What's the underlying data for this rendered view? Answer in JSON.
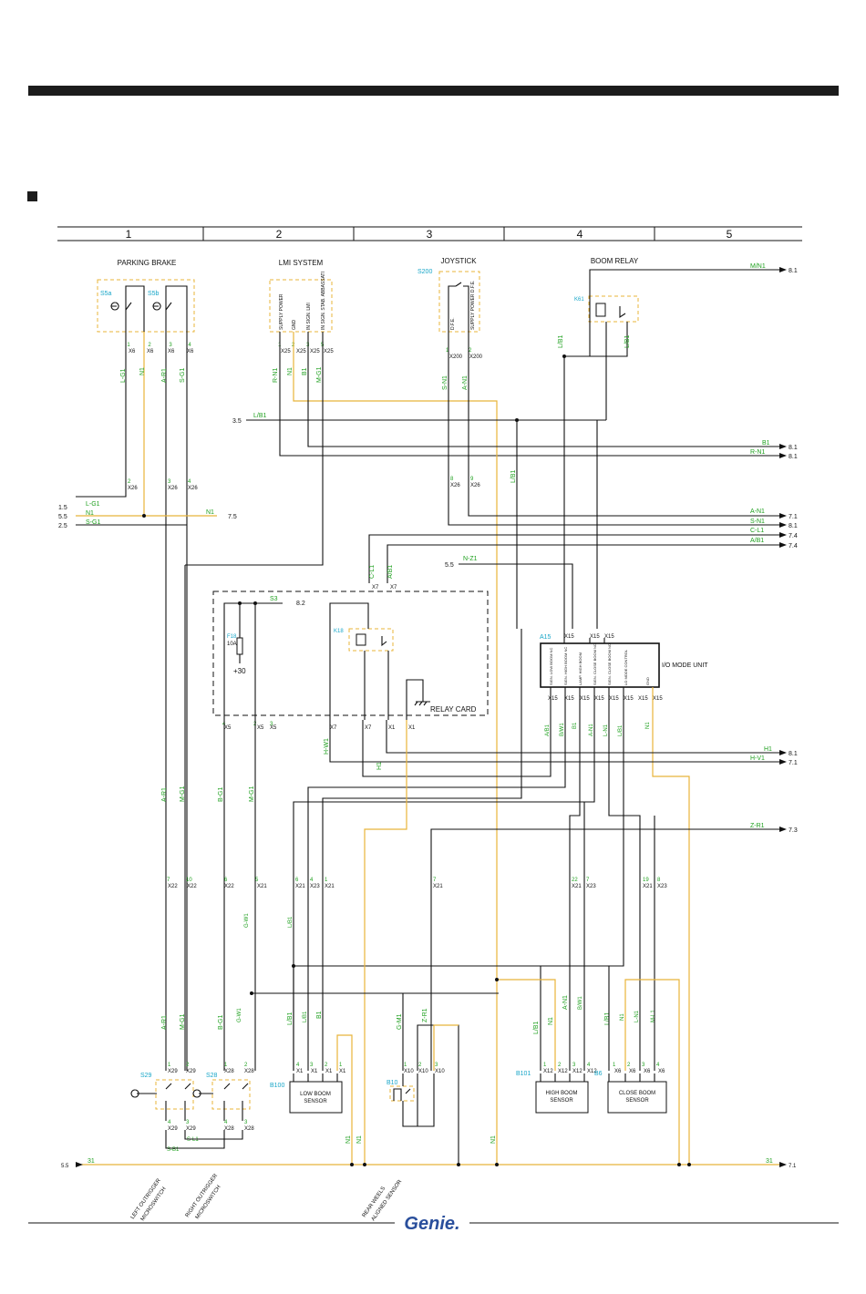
{
  "colors": {
    "header_bar": "#1c1c1c",
    "wire": "#111111",
    "wire_yellow": "#e8b43a",
    "label_green": "#1fa01f",
    "ref_cyan": "#18a6c8"
  },
  "columns": [
    "1",
    "2",
    "3",
    "4",
    "5"
  ],
  "sections": {
    "parking_brake": "PARKING BRAKE",
    "lmi_system": "LMI SYSTEM",
    "joystick": "JOYSTICK",
    "boom_relay": "BOOM RELAY",
    "relay_card": "RELAY CARD",
    "io_mode_unit": "I/O MODE UNIT"
  },
  "refs": {
    "s5a": "S5a",
    "s5b": "S5b",
    "s200": "S200",
    "k61": "K61",
    "a15": "A15",
    "k18": "K18",
    "f18": "F18",
    "f18_rating": "10A",
    "plus30": "+30",
    "s29": "S29",
    "s28": "S28",
    "b100": "B100",
    "b10": "B10",
    "b101": "B101",
    "b6": "B6"
  },
  "lmi_pins": [
    "SUPPLY POWER",
    "GND",
    "IN SIGN. LMI",
    "IN SIGN. STAB. ABBASSATI"
  ],
  "joystick_pins": [
    "D.F.E.",
    "SUPPLY POWER D.F.E."
  ],
  "io_pins": [
    "SIGN. LOW BOOM NC",
    "SIGN. HIGH BOOM NC",
    "LAMP. HIGH BOOM",
    "SIGN. CLOSE BOOM NC",
    "SIGN. CLOSE BOOM NO",
    "LO MODE CONTROL",
    "GND"
  ],
  "sensors": {
    "low_boom": [
      "LOW BOOM",
      "SENSOR"
    ],
    "high_boom": [
      "HIGH BOOM",
      "SENSOR"
    ],
    "close_boom": [
      "CLOSE BOOM",
      "SENSOR"
    ]
  },
  "bottom_labels": {
    "left_outrigger": [
      "LEFT OUTRIGGER",
      "MICROSWITCH"
    ],
    "right_outrigger": [
      "RIGHT OUTRIGGER",
      "MICROSWITCH"
    ],
    "rear_wheels": [
      "REAR WEELS",
      "ALIGNED SENSOR"
    ]
  },
  "right_refs": [
    {
      "wire": "M/N1",
      "ref": "8.1"
    },
    {
      "wire": "B1",
      "ref": "8.1"
    },
    {
      "wire": "R-N1",
      "ref": "8.1"
    },
    {
      "wire": "A-N1",
      "ref": "7.1"
    },
    {
      "wire": "S-N1",
      "ref": "8.1"
    },
    {
      "wire": "C-L1",
      "ref": "7.4"
    },
    {
      "wire": "A/B1",
      "ref": "7.4"
    },
    {
      "wire": "H1",
      "ref": "8.1"
    },
    {
      "wire": "H-V1",
      "ref": "7.1"
    },
    {
      "wire": "Z-R1",
      "ref": "7.3"
    },
    {
      "wire": "31",
      "ref": "7.1"
    }
  ],
  "left_refs": [
    {
      "ref": "1.5",
      "wire": "L-G1"
    },
    {
      "ref": "5.5",
      "wire": "N1"
    },
    {
      "ref": "2.5",
      "wire": "S-G1"
    },
    {
      "ref": "5.5",
      "wire": "31"
    }
  ],
  "mid_refs": {
    "lb1_in": {
      "ref": "3.5",
      "wire": "L/B1"
    },
    "n1_out": {
      "wire": "N1",
      "ref": "7.5"
    },
    "nz1_in": {
      "ref": "5.5",
      "wire": "N-Z1"
    },
    "s3_out": {
      "wire": "S3",
      "ref": "8.2"
    }
  },
  "logo": "Genie."
}
